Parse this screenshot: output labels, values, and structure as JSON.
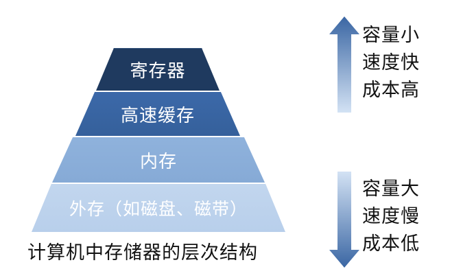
{
  "diagram": {
    "tiers": [
      {
        "label": "寄存器"
      },
      {
        "label": "高速缓存"
      },
      {
        "label": "内存"
      },
      {
        "label": "外存（如磁盘、磁带）"
      }
    ],
    "caption": "计算机中存储器的层次结构",
    "top_side": {
      "lines": [
        "容量小",
        "速度快",
        "成本高"
      ]
    },
    "bottom_side": {
      "lines": [
        "容量大",
        "速度慢",
        "成本低"
      ]
    }
  },
  "colors": {
    "tier_1": "#1f3a5f",
    "tier_2": "#3c69a9",
    "tier_3": "#8fb2dc",
    "tier_4": "#c2d6ee",
    "arrow_dark": "#3f6ca8",
    "arrow_light": "#cfdff2"
  },
  "icons": {
    "up": "up-arrow-icon",
    "down": "down-arrow-icon"
  }
}
